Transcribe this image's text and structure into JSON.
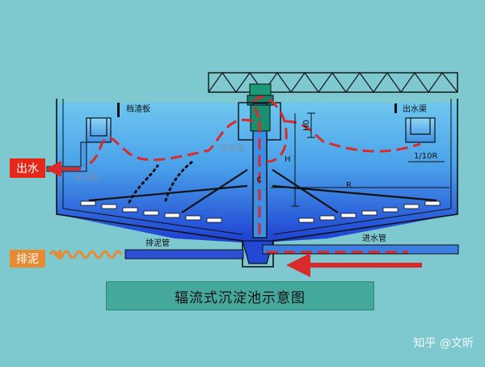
{
  "caption": "辐流式沉淀池示意图",
  "labels": {
    "outlet_water": "出水",
    "sludge_discharge": "排泥",
    "scum_baffle": "档渣板",
    "outlet_channel": "出水渠",
    "outlet_pipe": "出水管",
    "guide_cylinder": "导流筒",
    "sludge_pipe": "排泥管",
    "inlet_pipe": "进水管",
    "dim_h0": "H0",
    "dim_h": "H",
    "dim_r": "R",
    "dim_r_tenth": "1/10R",
    "center_mark": "¢"
  },
  "watermark": "知乎 @文昕",
  "colors": {
    "background": "#7ec8cf",
    "water_top": "#63bde9",
    "water_bottom": "#1f3fd2",
    "flow_path": "#d92b2b",
    "caption_box": "#44a99c",
    "outlet_tag": "#e6281a",
    "sludge_tag": "#e78b32"
  }
}
